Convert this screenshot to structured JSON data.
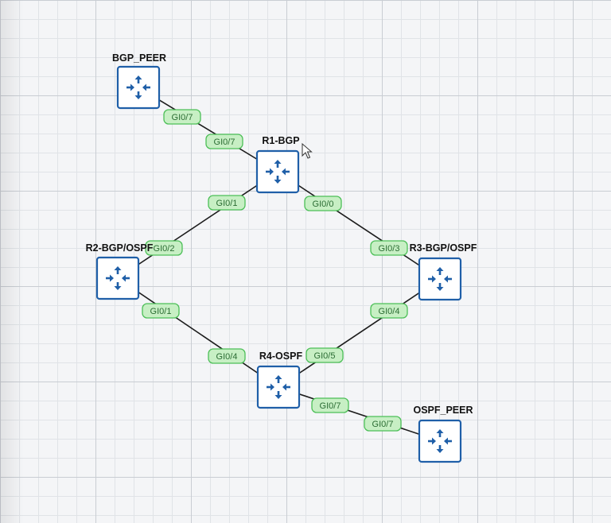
{
  "devices": {
    "bgp_peer": {
      "label": "BGP_PEER",
      "icon": "router-icon"
    },
    "r1": {
      "label": "R1-BGP",
      "icon": "router-icon"
    },
    "r2": {
      "label": "R2-BGP/OSPF",
      "icon": "router-icon"
    },
    "r3": {
      "label": "R3-BGP/OSPF",
      "icon": "router-icon"
    },
    "r4": {
      "label": "R4-OSPF",
      "icon": "router-icon"
    },
    "ospf_peer": {
      "label": "OSPF_PEER",
      "icon": "router-icon"
    }
  },
  "links": {
    "bgp_peer_r1": {
      "a_port": "GI0/7",
      "b_port": "GI0/7"
    },
    "r1_r2": {
      "a_port": "GI0/1",
      "b_port": "GI0/2"
    },
    "r1_r3": {
      "a_port": "GI0/0",
      "b_port": "GI0/3"
    },
    "r2_r4": {
      "a_port": "GI0/1",
      "b_port": "GI0/4"
    },
    "r3_r4": {
      "a_port": "GI0/4",
      "b_port": "GI0/5"
    },
    "r4_ospf_peer": {
      "a_port": "GI0/7",
      "b_port": "GI0/7"
    }
  },
  "colors": {
    "device_border": "#1f5fa8",
    "port_fill": "#c7efc4",
    "port_border": "#4cbf57",
    "link": "#1c1c1c"
  }
}
